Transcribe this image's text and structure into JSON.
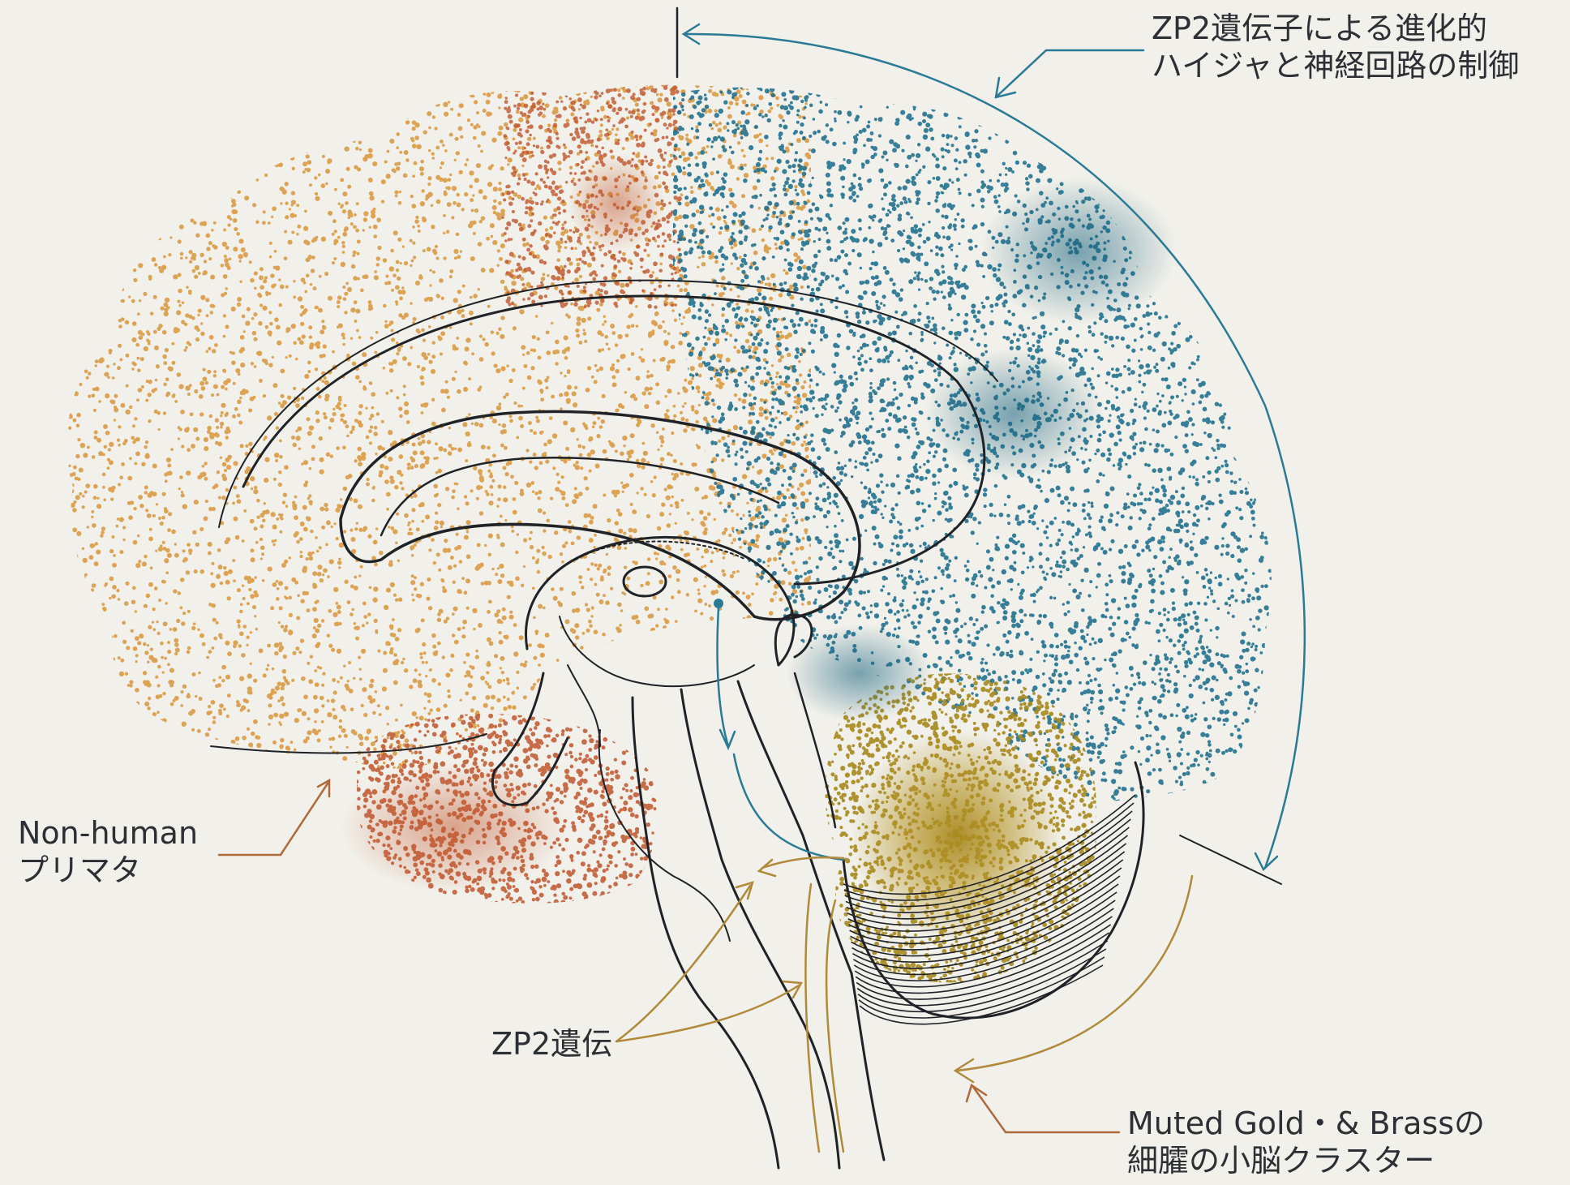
{
  "labels": {
    "top": {
      "line1": "ZP2遺伝子による進化的",
      "line2": "ハイジャと神経回路の制御"
    },
    "left": {
      "line1": "Non-human",
      "line2": "プリマタ"
    },
    "middle": {
      "line1": "ZP2遺伝"
    },
    "bottom": {
      "line1": "Muted Gold・& Brassの",
      "line2": "細臛の小脳クラスター"
    }
  },
  "colors": {
    "background": "#f1f0ea",
    "outline": "#1f2226",
    "orange_dots": "#d9963a",
    "rust_dots": "#c0552c",
    "blue_dots": "#1d6e8c",
    "gold_dots": "#a88a1f",
    "blue_arrow": "#2a7a96",
    "gold_arrow": "#b08a3a",
    "brown_arrow": "#b0693a"
  }
}
